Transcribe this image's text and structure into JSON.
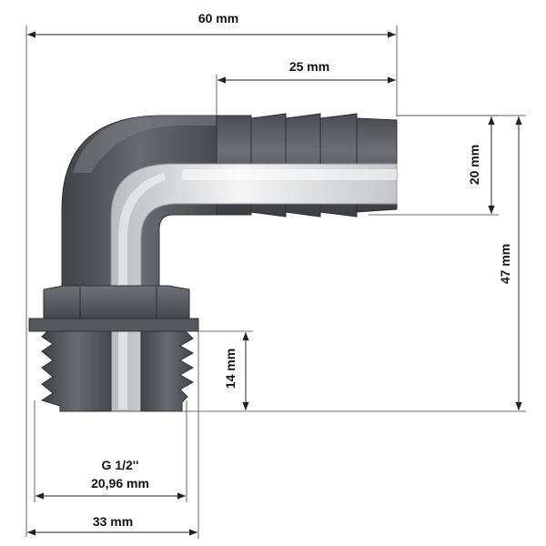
{
  "drawing": {
    "dimensions": {
      "overall_width": "60 mm",
      "barb_length": "25 mm",
      "barb_diameter": "20 mm",
      "overall_height": "47 mm",
      "thread_length": "14 mm",
      "thread_name": "G 1/2''",
      "thread_diameter": "20,96 mm",
      "base_width": "33 mm"
    },
    "colors": {
      "part_body": "#5f6266",
      "part_dark": "#3e4044",
      "part_light": "#8a8d91",
      "bore": "#d9dadc",
      "bore_highlight": "#f4f4f5",
      "dimension_lines": "#222222"
    }
  }
}
